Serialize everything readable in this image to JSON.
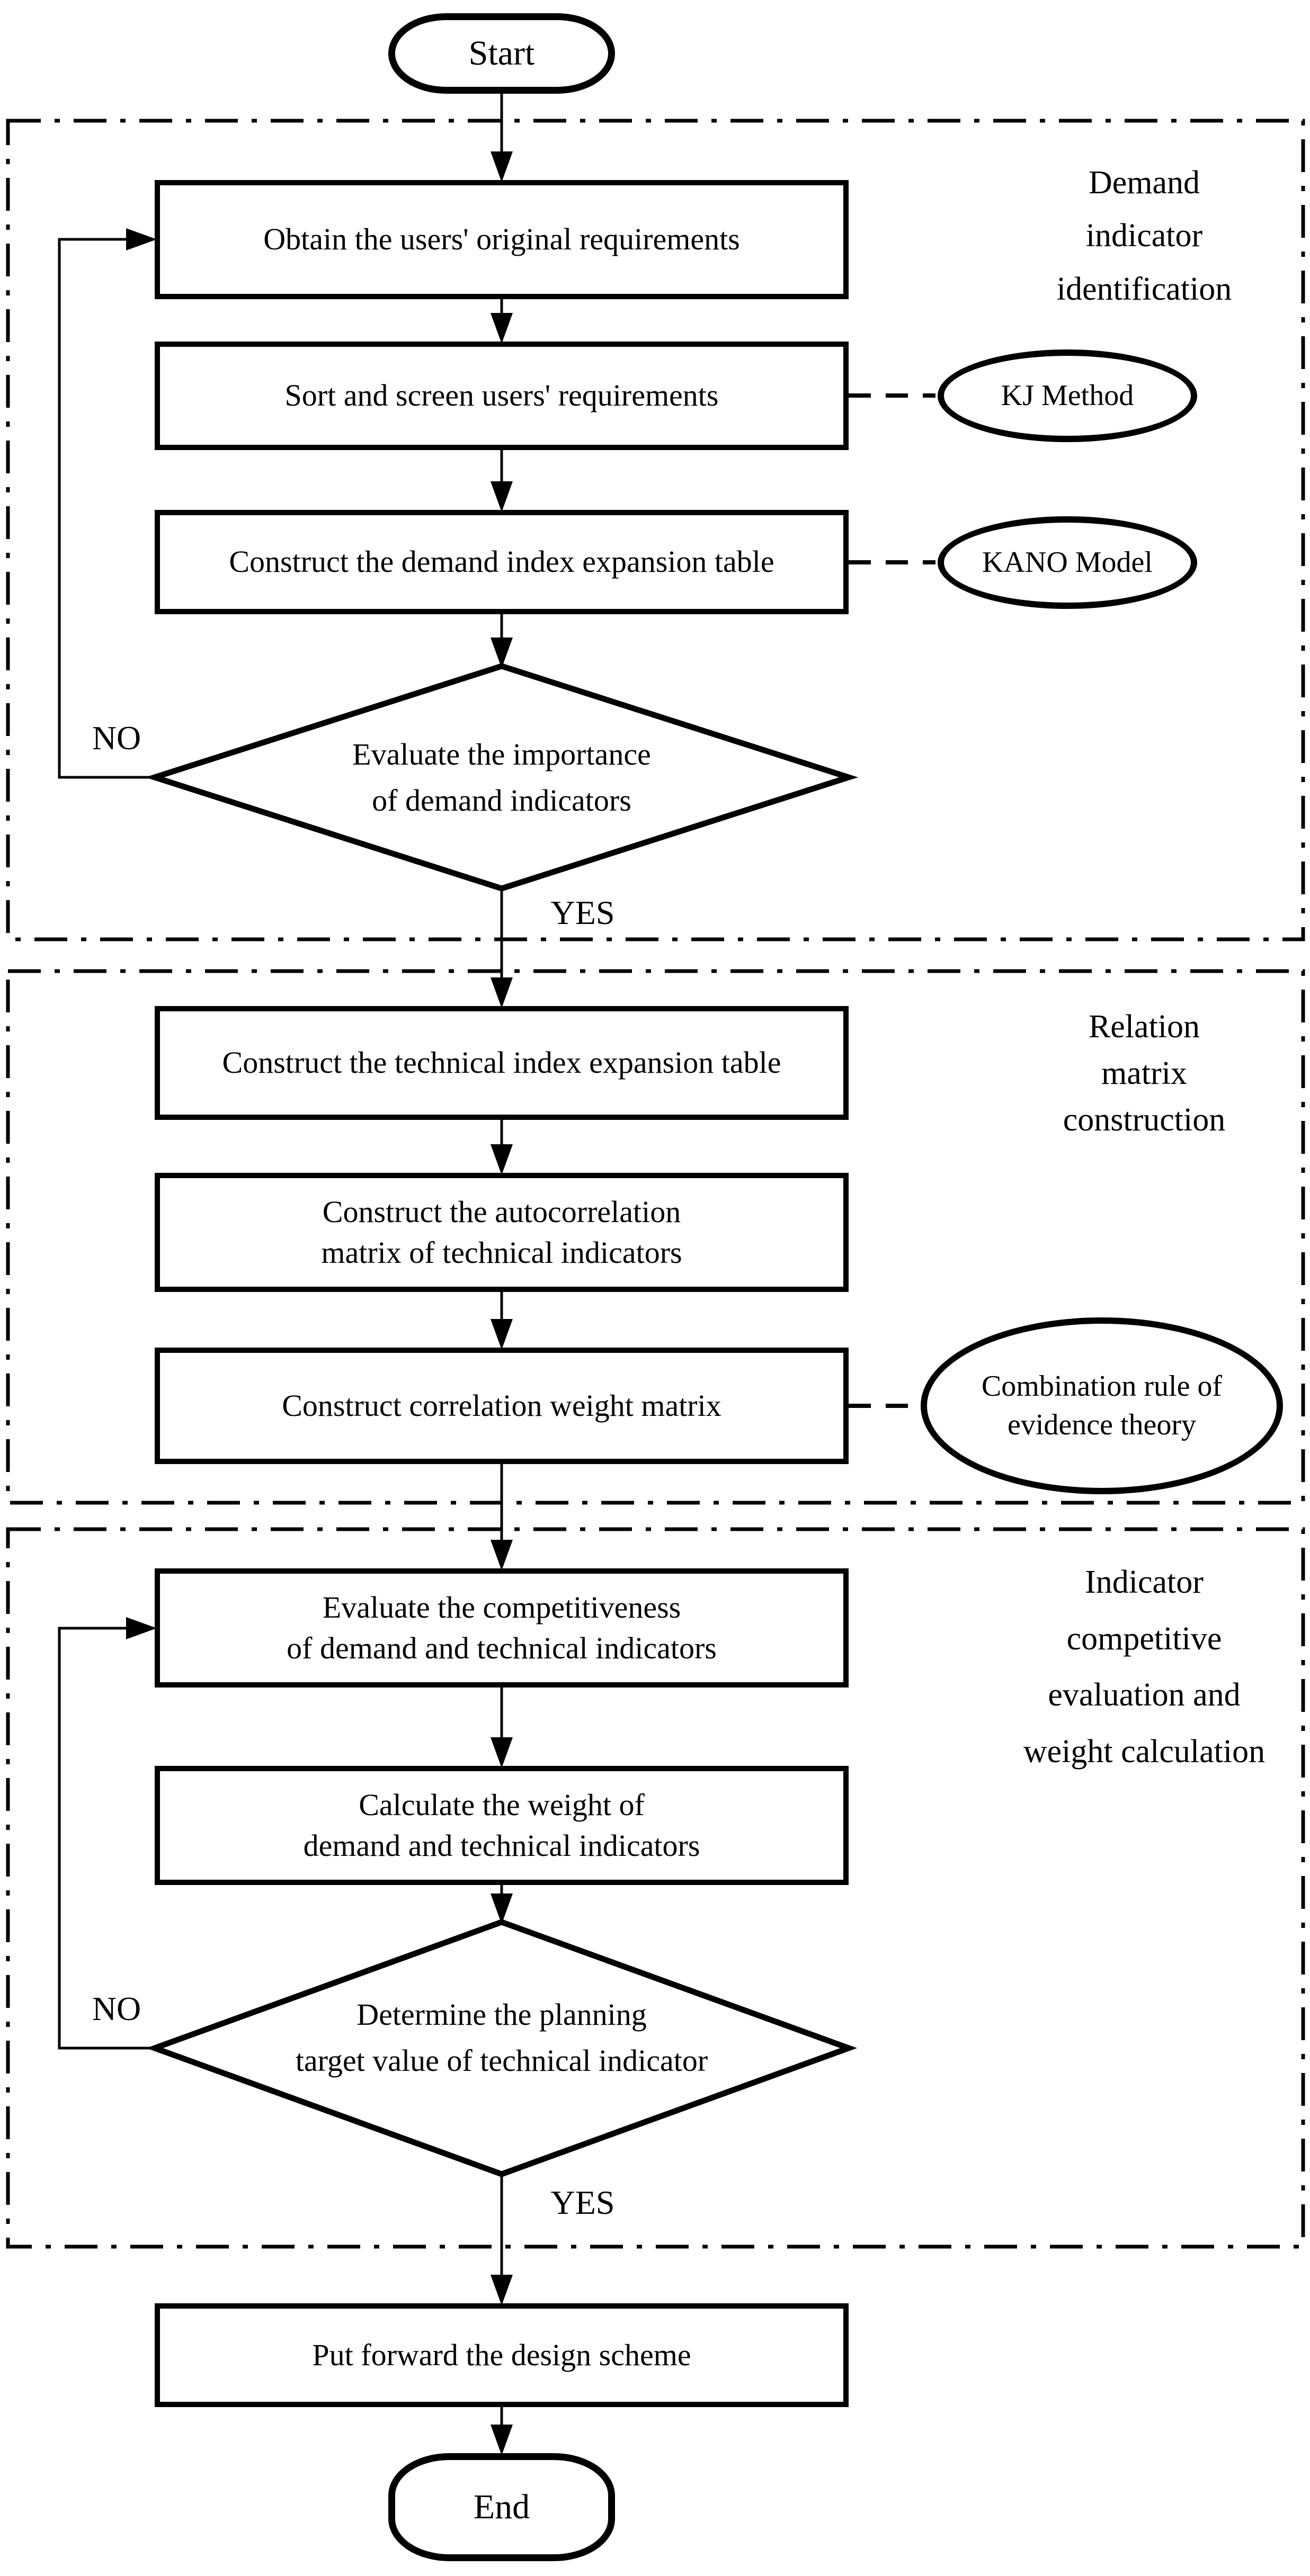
{
  "colors": {
    "ink": "#000000",
    "paper": "#ffffff"
  },
  "terminals": {
    "start": "Start",
    "end": "End"
  },
  "decision_labels": {
    "no1": "NO",
    "yes1": "YES",
    "no2": "NO",
    "yes2": "YES"
  },
  "sections": {
    "s1": {
      "label_lines": [
        "Demand",
        "indicator",
        "identification"
      ]
    },
    "s2": {
      "label_lines": [
        "Relation",
        "matrix",
        "construction"
      ]
    },
    "s3": {
      "label_lines": [
        "Indicator",
        "competitive",
        "evaluation and",
        "weight calculation"
      ]
    }
  },
  "process": {
    "obtain": {
      "lines": [
        "Obtain the users' original requirements"
      ]
    },
    "sort": {
      "lines": [
        "Sort and screen users' requirements"
      ]
    },
    "demand_table": {
      "lines": [
        "Construct the demand index expansion table"
      ]
    },
    "tech_table": {
      "lines": [
        "Construct the technical index expansion table"
      ]
    },
    "autocorr": {
      "lines": [
        "Construct the autocorrelation",
        "matrix of technical indicators"
      ]
    },
    "corr_weight": {
      "lines": [
        "Construct correlation weight matrix"
      ]
    },
    "evaluate_comp": {
      "lines": [
        "Evaluate the competitiveness",
        "of demand and technical indicators"
      ]
    },
    "calc_weight": {
      "lines": [
        "Calculate the weight of",
        "demand and technical indicators"
      ]
    },
    "design": {
      "lines": [
        "Put forward the design scheme"
      ]
    }
  },
  "decisions": {
    "importance": {
      "lines": [
        "Evaluate the importance",
        "of demand indicators"
      ]
    },
    "target": {
      "lines": [
        "Determine the planning",
        "target value of technical indicator"
      ]
    }
  },
  "methods": {
    "kj": {
      "lines": [
        "KJ Method"
      ]
    },
    "kano": {
      "lines": [
        "KANO Model"
      ]
    },
    "evidence": {
      "lines": [
        "Combination rule of",
        "evidence theory"
      ]
    }
  }
}
